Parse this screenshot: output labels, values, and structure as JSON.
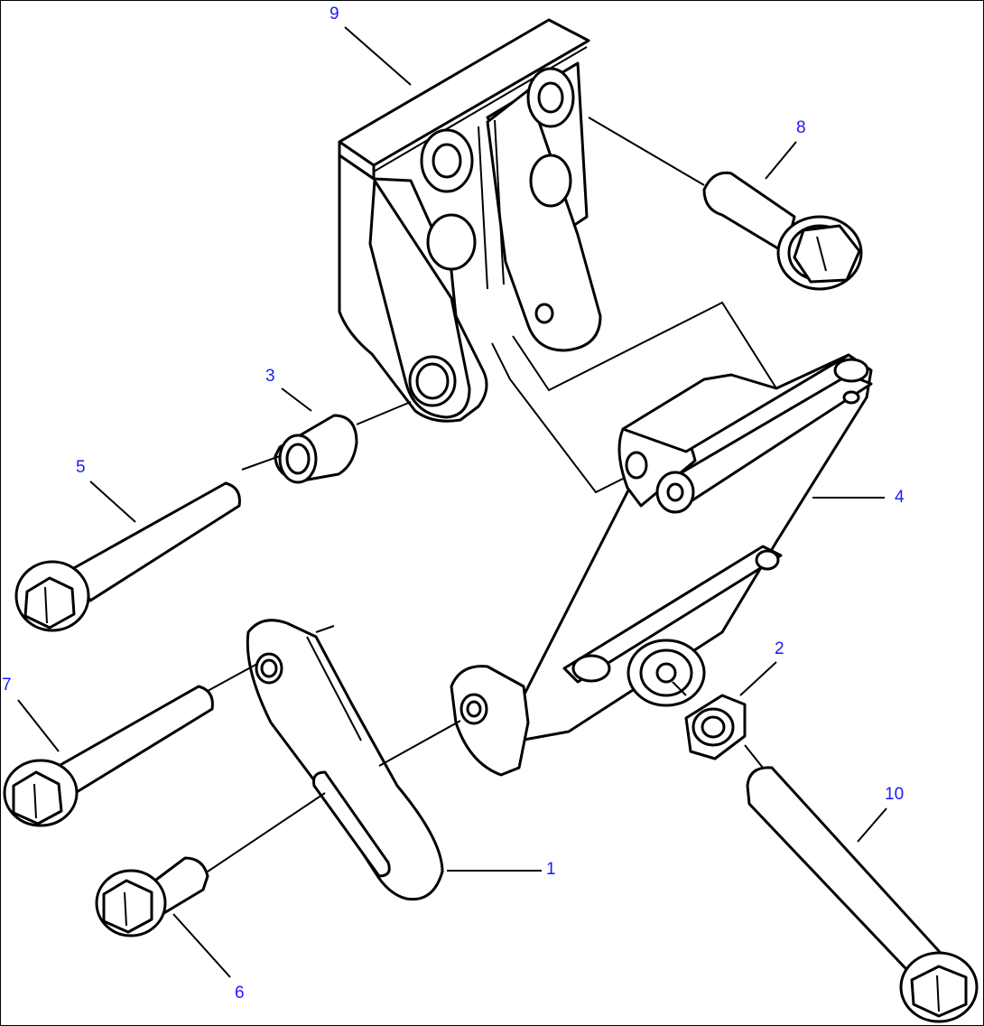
{
  "diagram": {
    "callouts": [
      {
        "id": "c1",
        "text": "1"
      },
      {
        "id": "c2",
        "text": "2"
      },
      {
        "id": "c3",
        "text": "3"
      },
      {
        "id": "c4",
        "text": "4"
      },
      {
        "id": "c5",
        "text": "5"
      },
      {
        "id": "c6",
        "text": "6"
      },
      {
        "id": "c7",
        "text": "7"
      },
      {
        "id": "c8",
        "text": "8"
      },
      {
        "id": "c9",
        "text": "9"
      },
      {
        "id": "c10",
        "text": "10"
      }
    ],
    "colors": {
      "line": "#000000",
      "callout": "#1a1aff",
      "background": "#ffffff"
    }
  }
}
